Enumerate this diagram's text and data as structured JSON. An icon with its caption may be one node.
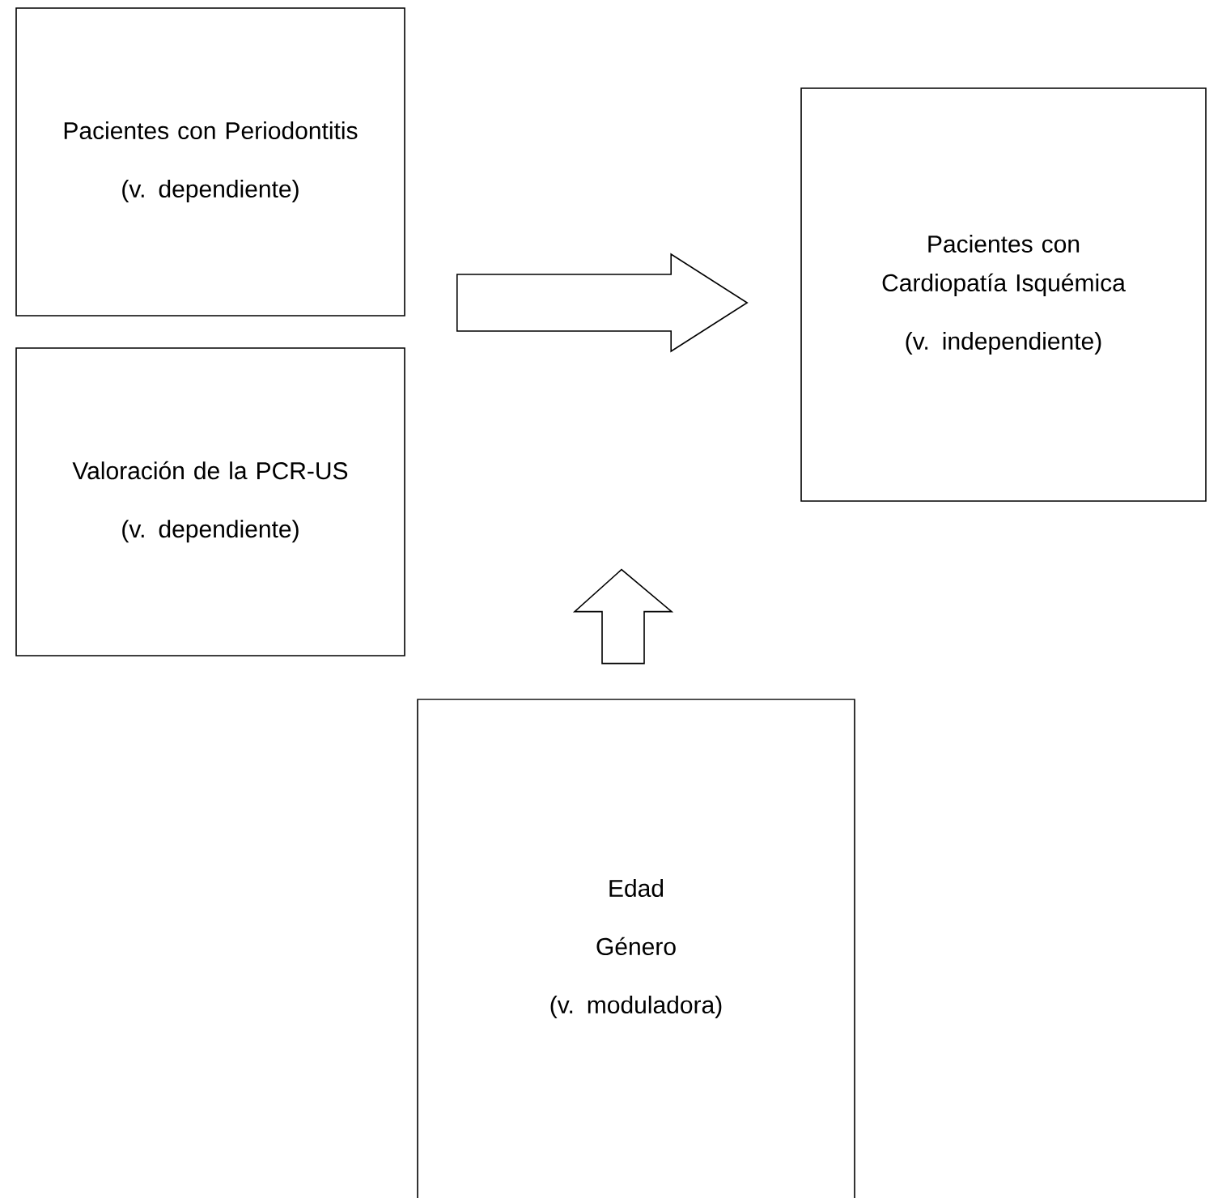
{
  "diagram": {
    "nodes": [
      {
        "text": [
          "Pacientes con Periodontitis",
          "(v. dependiente)"
        ]
      },
      {
        "text": [
          "Valoración de la PCR-US",
          "(v. dependiente)"
        ]
      },
      {
        "text": [
          "Pacientes con Cardiopatía Isquémica",
          "(v. independiente)"
        ]
      },
      {
        "text": [
          "Edad",
          "Género",
          "(v. moduladora)"
        ]
      }
    ],
    "edges": [
      {
        "from": 0,
        "to": 2,
        "arrow": "to"
      },
      {
        "from": 1,
        "to": 2,
        "arrow": "to"
      },
      {
        "from": 3,
        "to": null,
        "arrow": "to"
      }
    ]
  }
}
